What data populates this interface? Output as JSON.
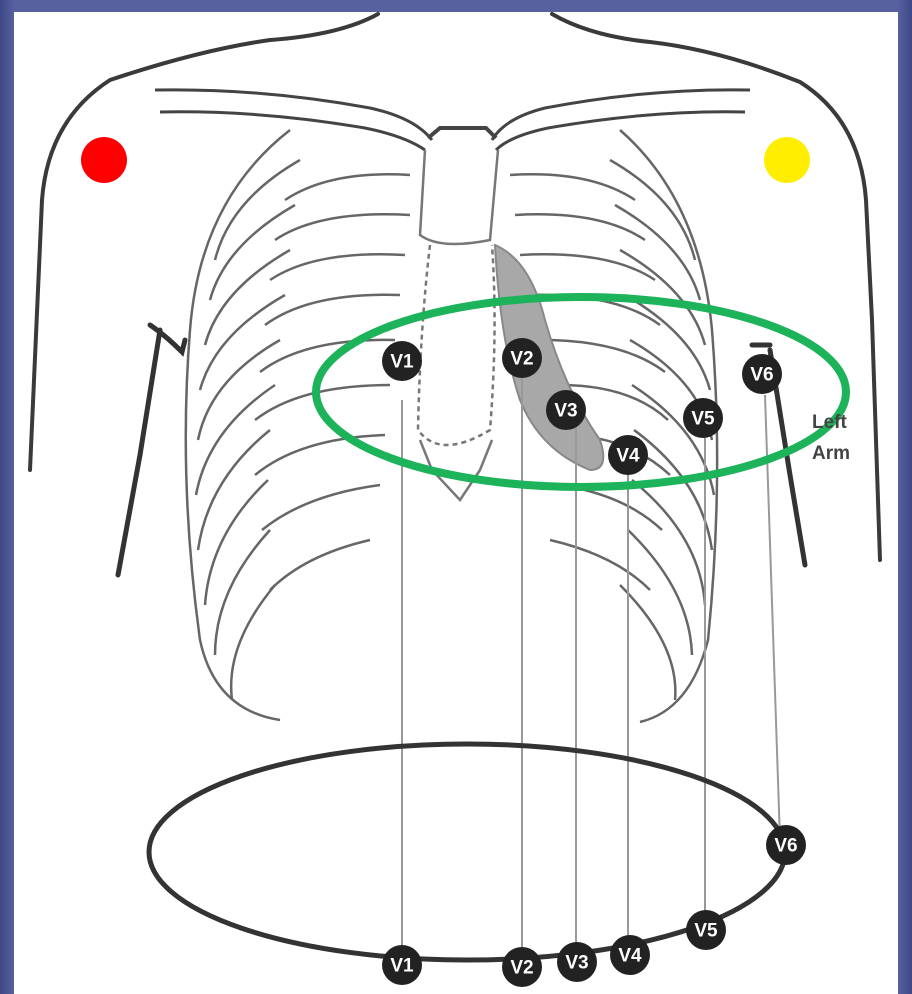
{
  "figure": {
    "side_label_line1": "Left",
    "side_label_line2": "Arm",
    "colors": {
      "right_arm_electrode": "#ff0000",
      "left_arm_electrode": "#ffee00",
      "highlight_ellipse": "#1db35a",
      "lead_marker": "#222222",
      "drawing_line": "#555555"
    },
    "chest_leads": [
      {
        "id": "v1",
        "label": "V1"
      },
      {
        "id": "v2",
        "label": "V2"
      },
      {
        "id": "v3",
        "label": "V3"
      },
      {
        "id": "v4",
        "label": "V4"
      },
      {
        "id": "v5",
        "label": "V5"
      },
      {
        "id": "v6",
        "label": "V6"
      }
    ],
    "cross_section_leads": [
      {
        "id": "v1",
        "label": "V1"
      },
      {
        "id": "v2",
        "label": "V2"
      },
      {
        "id": "v3",
        "label": "V3"
      },
      {
        "id": "v4",
        "label": "V4"
      },
      {
        "id": "v5",
        "label": "V5"
      },
      {
        "id": "v6",
        "label": "V6"
      }
    ]
  }
}
